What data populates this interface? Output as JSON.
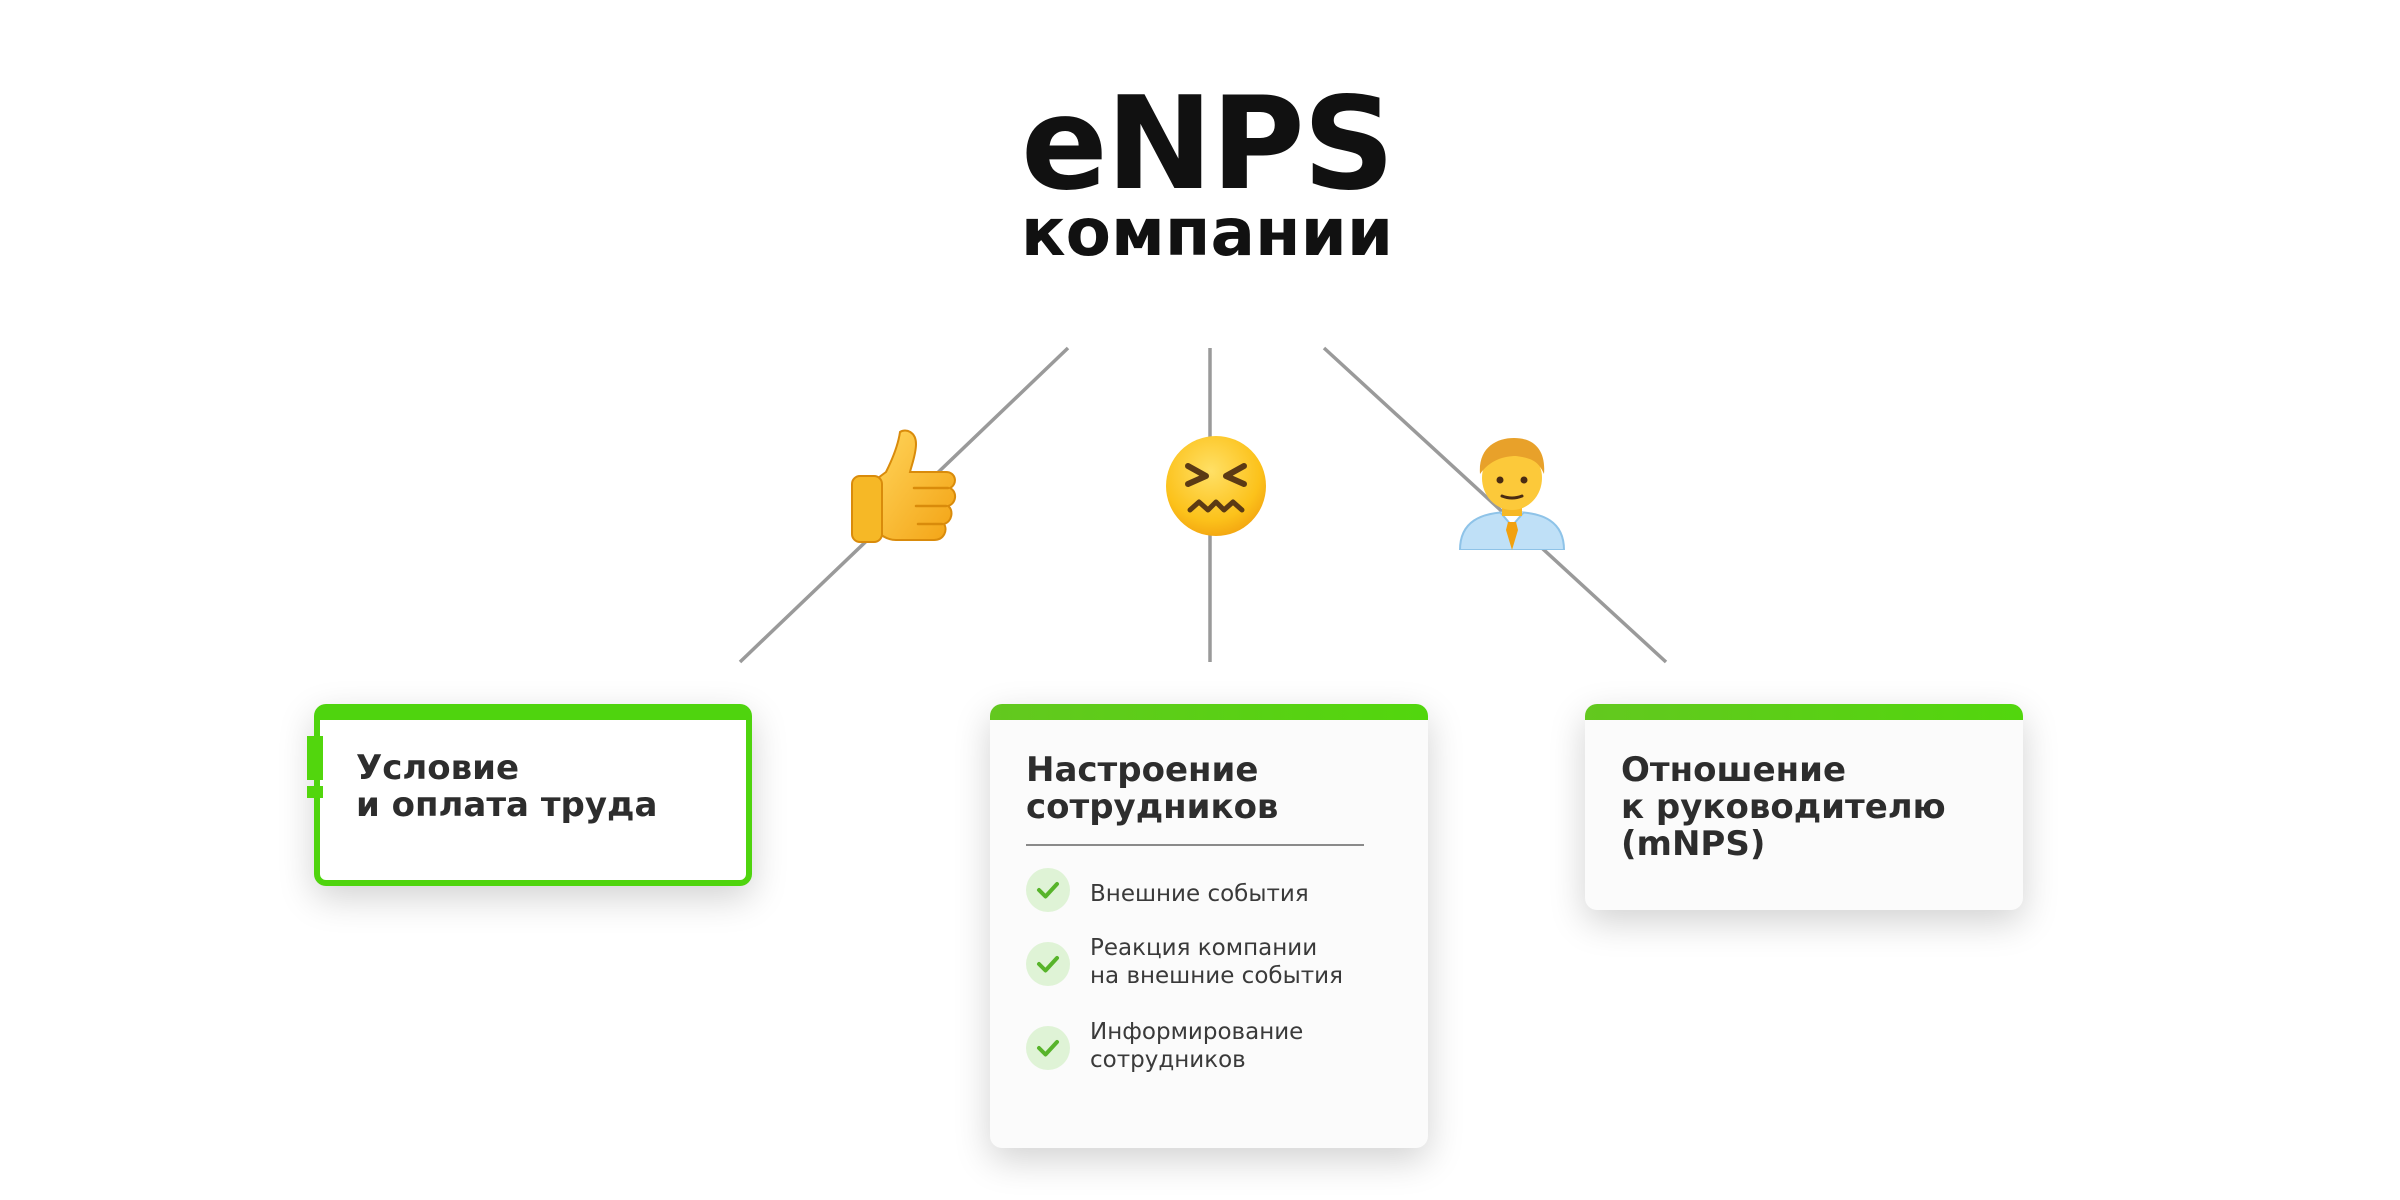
{
  "title": {
    "main": "eNPS",
    "sub": "компании"
  },
  "colors": {
    "accent_green": "#52d60d",
    "check_bg": "#dff3d6",
    "check_mark": "#57b42a",
    "line": "#9a9a9a",
    "text": "#2d2d2d"
  },
  "icons": {
    "left": "thumbs-up-emoji",
    "middle": "confounded-face-emoji",
    "right": "office-worker-emoji"
  },
  "cards": {
    "left": {
      "title": "Условие\nи оплата труда",
      "marker": "!"
    },
    "middle": {
      "title": "Настроение\nсотрудников",
      "items": [
        "Внешние события",
        "Реакция компании\nна внешние события",
        "Информирование\nсотрудников"
      ]
    },
    "right": {
      "title": "Отношение\nк руководителю\n(mNPS)"
    }
  }
}
